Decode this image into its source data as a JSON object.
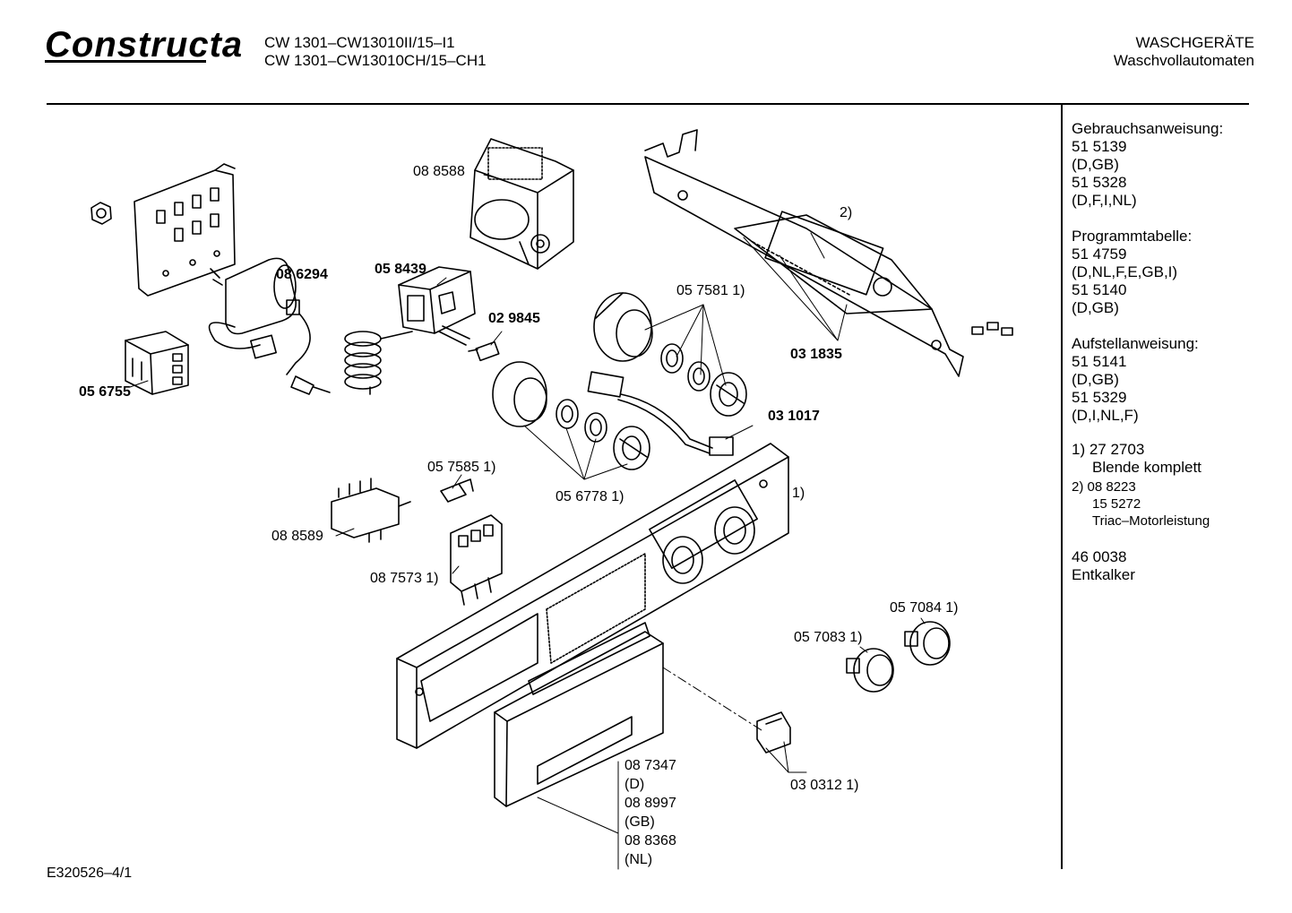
{
  "header": {
    "brand": "Constructa",
    "model_line1": "CW 1301–CW13010II/15–I1",
    "model_line2": "CW 1301–CW13010CH/15–CH1",
    "category": "WASCHGERÄTE",
    "subcategory": "Waschvollautomaten"
  },
  "sidebar": {
    "lines": [
      "Gebrauchsanweisung:",
      "51 5139",
      "(D,GB)",
      "51 5328",
      "(D,F,I,NL)",
      "Programmtabelle:",
      "51 4759",
      "(D,NL,F,E,GB,I)",
      "51 5140",
      "(D,GB)",
      "Aufstellanweisung:",
      "51 5141",
      "(D,GB)",
      "51 5329",
      "(D,I,NL,F)",
      "1)  27 2703",
      "Blende komplett",
      "2)  08 8223",
      "15 5272",
      "Triac–Motorleistung",
      "46 0038",
      "Entkalker"
    ]
  },
  "parts": {
    "p088588": "08 8588",
    "p086294": "08 6294",
    "p058439": "05 8439",
    "p029845": "02 9845",
    "p056755": "05 6755",
    "p057581": "05 7581 1)",
    "p031835": "03 1835",
    "p031017": "03 1017",
    "p2": "2)",
    "p057585": "05 7585 1)",
    "p056778": "05 6778 1)",
    "p1": "1)",
    "p088589": "08 8589",
    "p087573": "08 7573 1)",
    "p057084": "05 7084 1)",
    "p057083": "05 7083 1)",
    "p030312": "03 0312 1)",
    "variants": [
      "08 7347",
      "(D)",
      "08 8997",
      "(GB)",
      "08 8368",
      "(NL)"
    ]
  },
  "footer": {
    "code": "E320526–4/1"
  }
}
